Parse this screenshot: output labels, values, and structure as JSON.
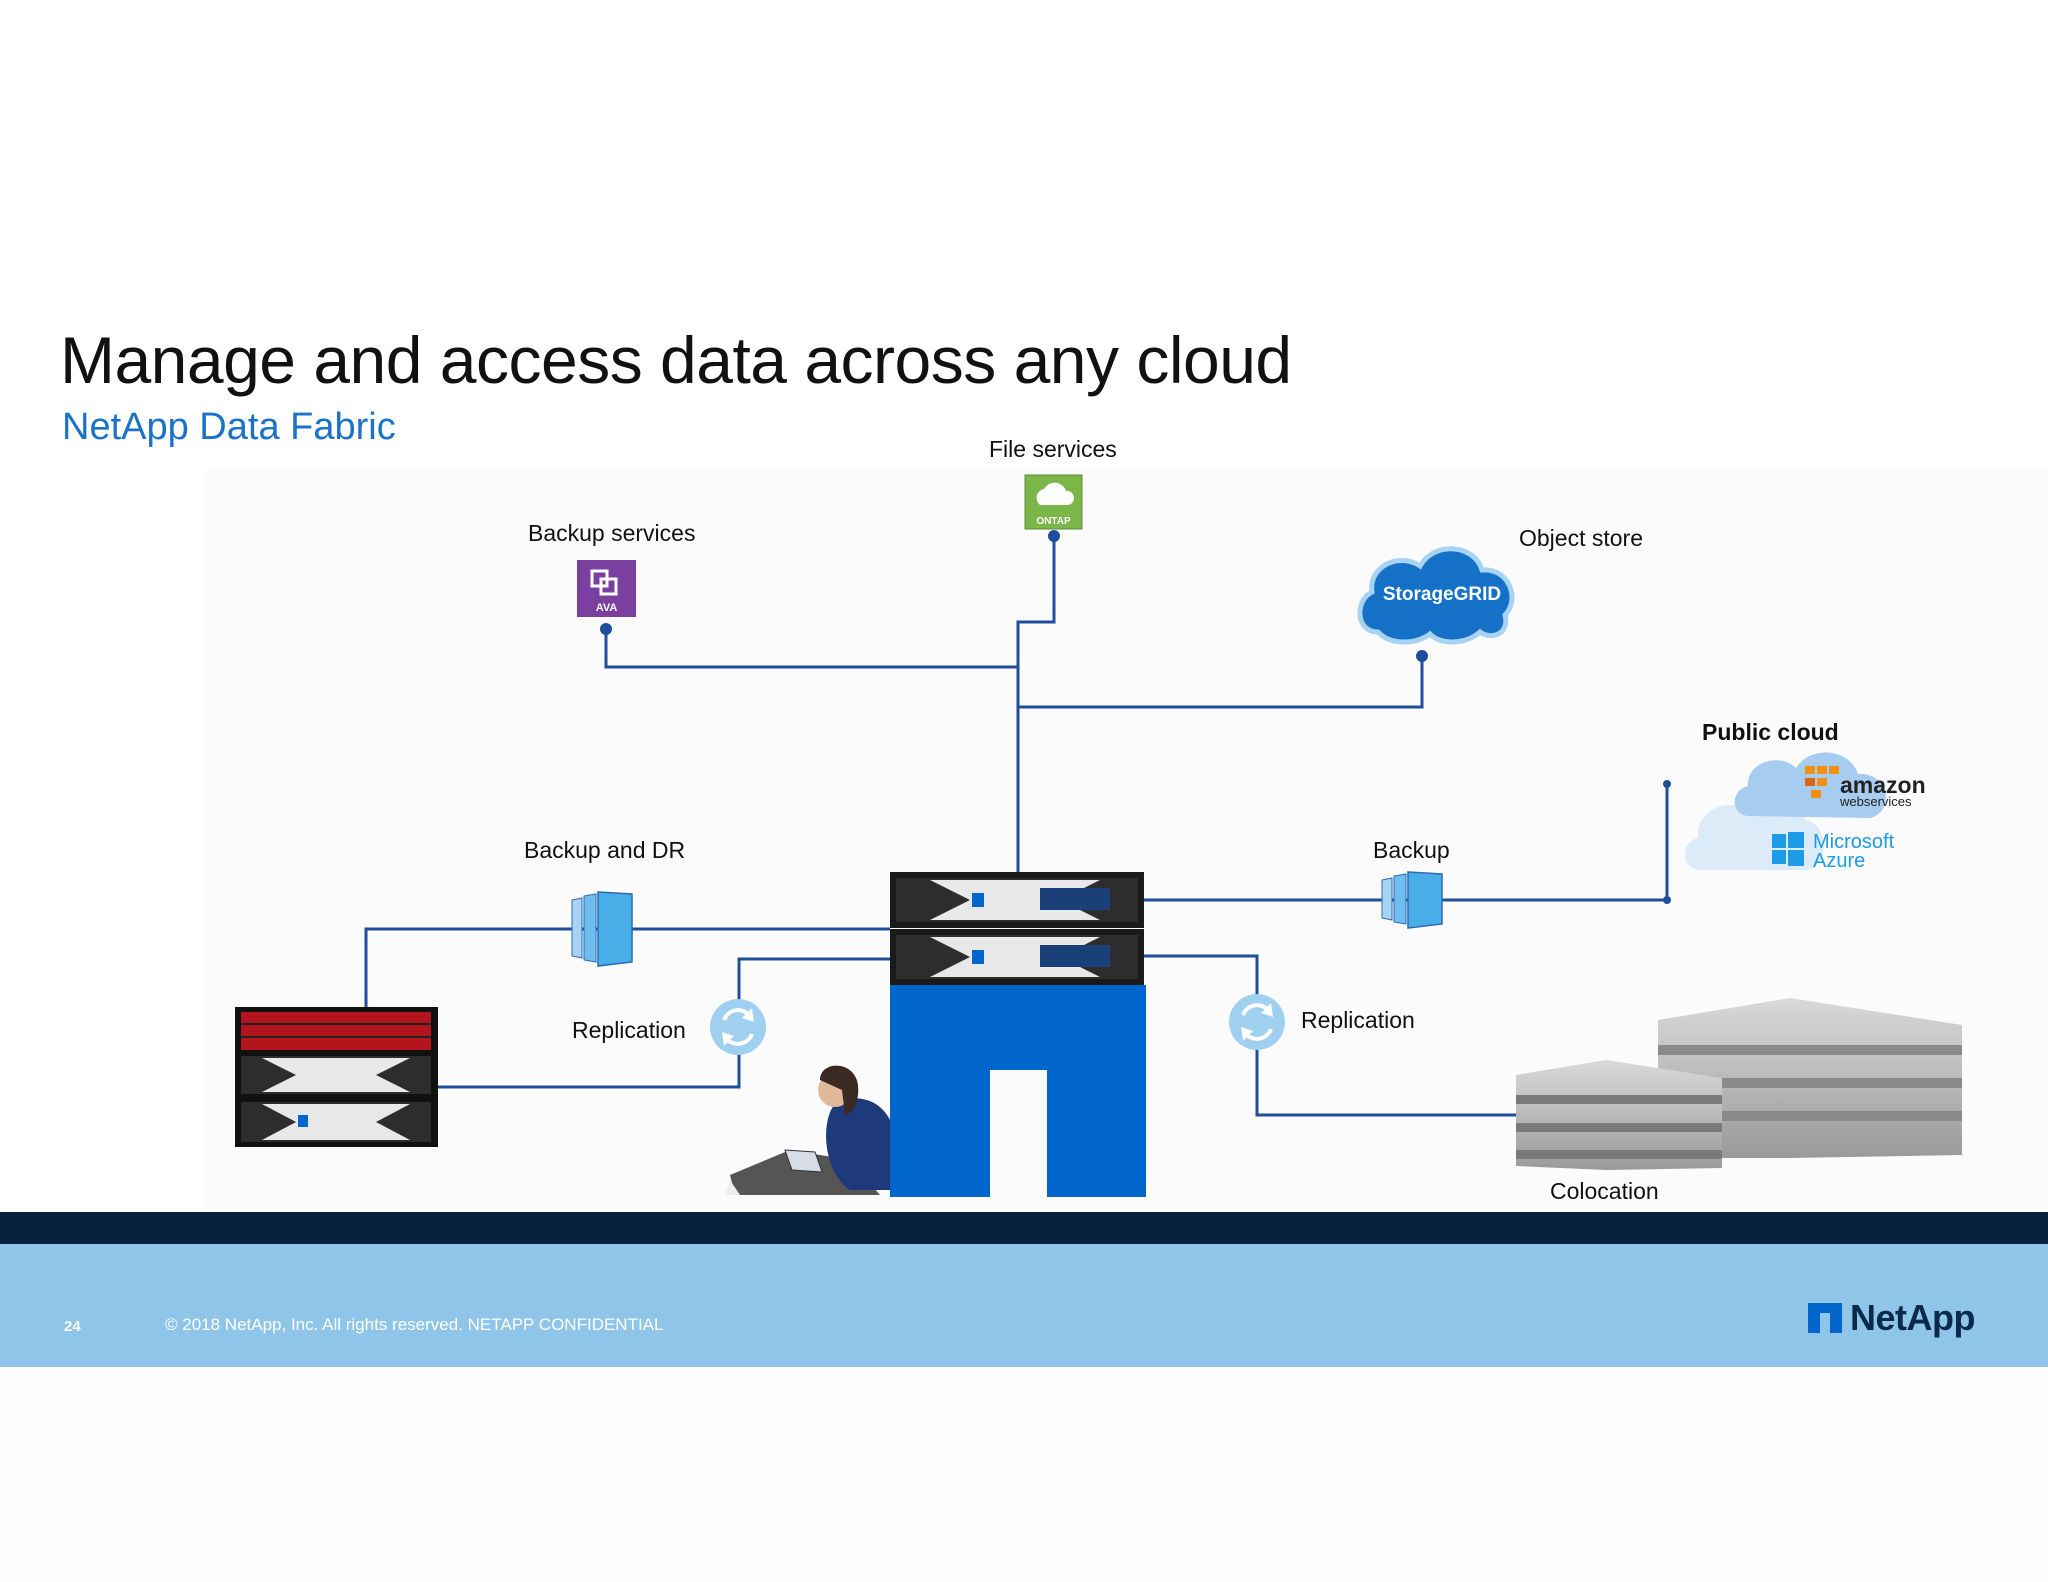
{
  "slide": {
    "title": "Manage and access data across any cloud",
    "subtitle": "NetApp Data Fabric"
  },
  "labels": {
    "file_services": "File services",
    "backup_services": "Backup services",
    "object_store": "Object store",
    "public_cloud": "Public cloud",
    "backup_and_dr": "Backup and DR",
    "backup": "Backup",
    "replication_left": "Replication",
    "replication_right": "Replication",
    "colocation": "Colocation"
  },
  "badges": {
    "ontap": "ONTAP",
    "ava": "AVA",
    "storagegrid": "StorageGRID",
    "amazon": "amazon",
    "webservices": "webservices",
    "microsoft": "Microsoft",
    "azure": "Azure"
  },
  "footer": {
    "page_number": "24",
    "copyright": "© 2018 NetApp, Inc. All rights reserved. NETAPP CONFIDENTIAL",
    "logo_text": "NetApp"
  },
  "colors": {
    "line": "#1f4f9a",
    "netapp_blue": "#0066cc",
    "footer_dark": "#06223f",
    "footer_light": "#8fc5e9",
    "subtitle": "#1a73c8",
    "ontap_green": "#7ab648",
    "ava_purple": "#7b3fa0"
  }
}
